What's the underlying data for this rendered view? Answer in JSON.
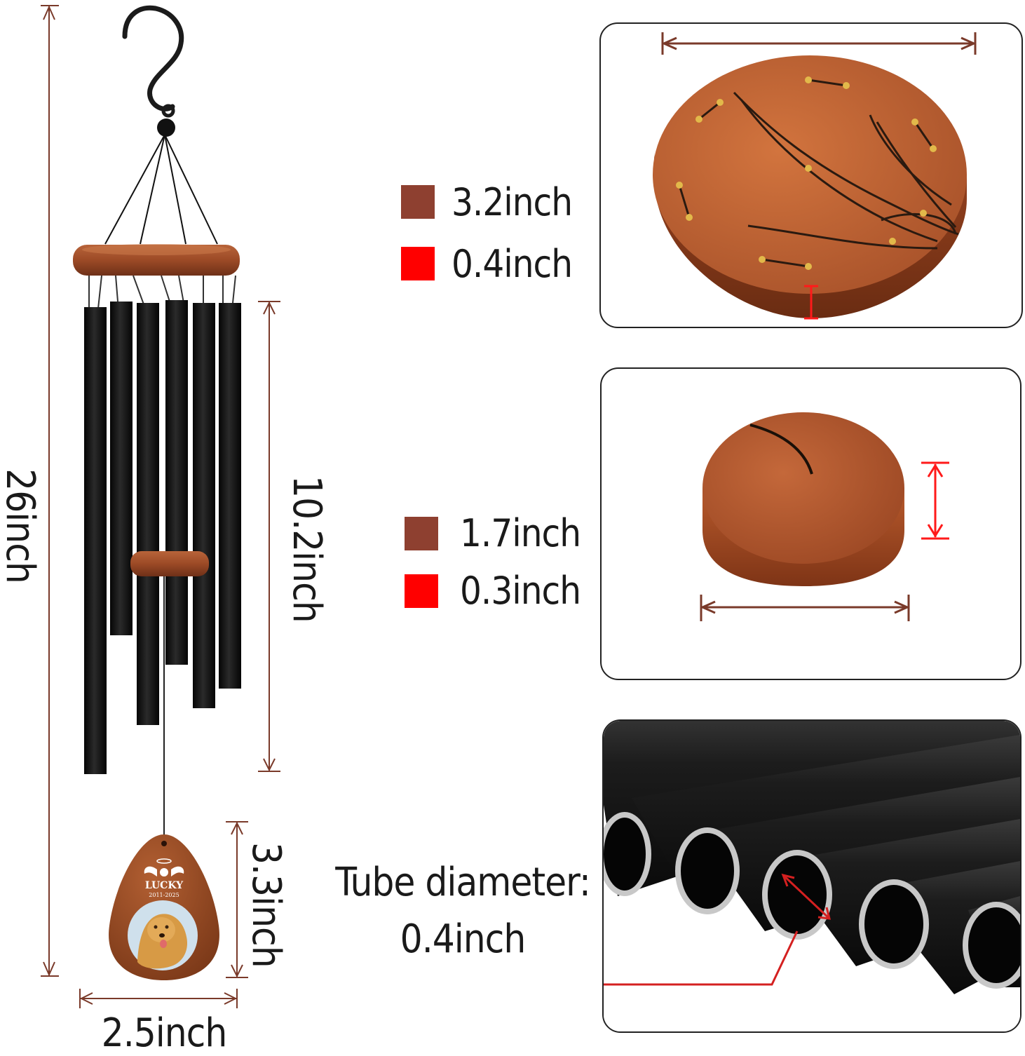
{
  "dimensions": {
    "overall_height": "26inch",
    "tube_length": "10.2inch",
    "sail_height": "3.3inch",
    "sail_width": "2.5inch"
  },
  "top_disc": {
    "diameter": "3.2inch",
    "thickness": "0.4inch"
  },
  "striker": {
    "diameter": "1.7inch",
    "thickness": "0.3inch"
  },
  "tube": {
    "label": "Tube diameter:",
    "value": "0.4inch"
  },
  "sail": {
    "name": "LUCKY",
    "years": "2011-2025"
  },
  "colors": {
    "wood": "#8e4030",
    "red": "#ff0000",
    "dim_line": "#7a3a2a"
  }
}
